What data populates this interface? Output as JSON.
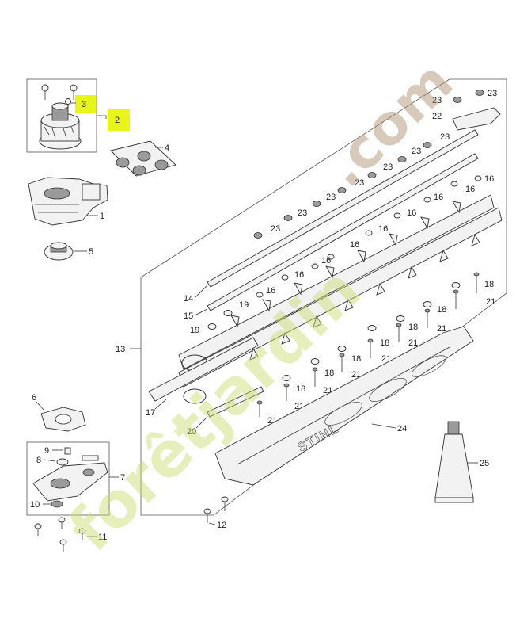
{
  "callouts": {
    "c1": "1",
    "c2": "2",
    "c3": "3",
    "c4": "4",
    "c5": "5",
    "c6": "6",
    "c7": "7",
    "c8": "8",
    "c9": "9",
    "c10": "10",
    "c11": "11",
    "c12": "12",
    "c13": "13",
    "c14": "14",
    "c15": "15",
    "c16": "16",
    "c17": "17",
    "c18": "18",
    "c19": "19",
    "c20": "20",
    "c21": "21",
    "c22": "22",
    "c23": "23",
    "c24": "24",
    "c25": "25"
  },
  "brand_mark": "STIHL",
  "watermark": {
    "left": "forêtjardin",
    "right": ".com"
  },
  "colors": {
    "highlight": "#e8f51a",
    "line": "#333333",
    "watermark_green": "#c9dc6a"
  }
}
